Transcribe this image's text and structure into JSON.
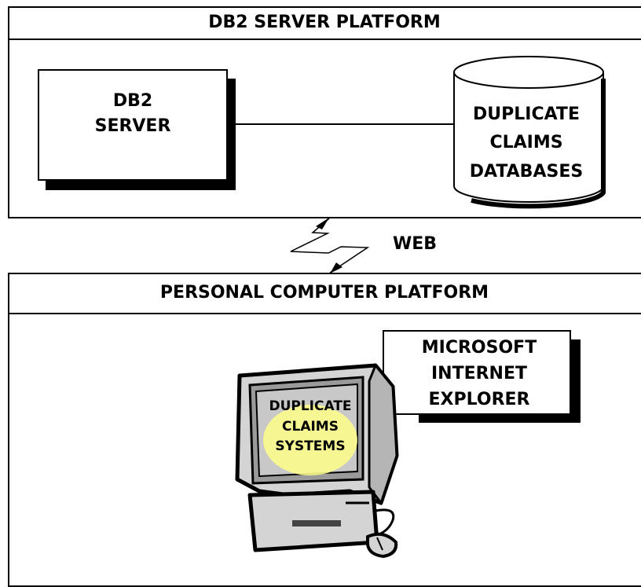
{
  "server_platform": {
    "header": "DB2 SERVER PLATFORM",
    "server_label_line1": "DB2",
    "server_label_line2": "SERVER",
    "database_line1": "DUPLICATE",
    "database_line2": "CLAIMS",
    "database_line3": "DATABASES"
  },
  "connection": {
    "label": "WEB"
  },
  "pc_platform": {
    "header": "PERSONAL COMPUTER PLATFORM",
    "browser_line1": "MICROSOFT",
    "browser_line2": "INTERNET",
    "browser_line3": "EXPLORER",
    "screen_line1": "DUPLICATE",
    "screen_line2": "CLAIMS",
    "screen_line3": "SYSTEMS"
  },
  "icons": [
    "database-cylinder-icon",
    "lightning-web-icon",
    "desktop-computer-icon"
  ],
  "colors": {
    "screen_highlight": "#fbfb8c",
    "screen_gray": "#c8c8c8"
  }
}
